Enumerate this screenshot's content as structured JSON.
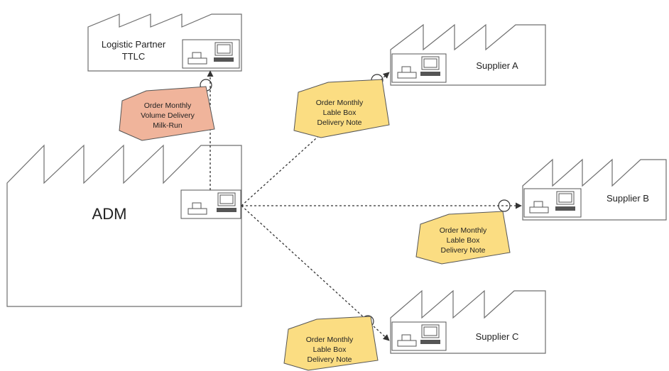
{
  "colors": {
    "logistic_note": "#f0b49b",
    "supplier_note": "#fbdd82",
    "outline": "#6f6f6f",
    "flow_line": "#333333"
  },
  "icons": [
    "factory-icon",
    "computer-terminal-icon",
    "document-note-icon",
    "arrow-icon"
  ],
  "nodes": {
    "adm": {
      "label": "ADM"
    },
    "logistic": {
      "line1": "Logistic Partner",
      "line2": "TTLC"
    },
    "supplier_a": {
      "label": "Supplier A"
    },
    "supplier_b": {
      "label": "Supplier B"
    },
    "supplier_c": {
      "label": "Supplier C"
    }
  },
  "documents": {
    "logistic": {
      "lines": [
        "Order Monthly",
        "Volume  Delivery",
        "Milk-Run"
      ]
    },
    "supplier_a": {
      "lines": [
        "Order Monthly",
        "Lable Box",
        "Delivery Note"
      ]
    },
    "supplier_b": {
      "lines": [
        "Order Monthly",
        "Lable Box",
        "Delivery Note"
      ]
    },
    "supplier_c": {
      "lines": [
        "Order Monthly",
        "Lable Box",
        "Delivery Note"
      ]
    }
  }
}
